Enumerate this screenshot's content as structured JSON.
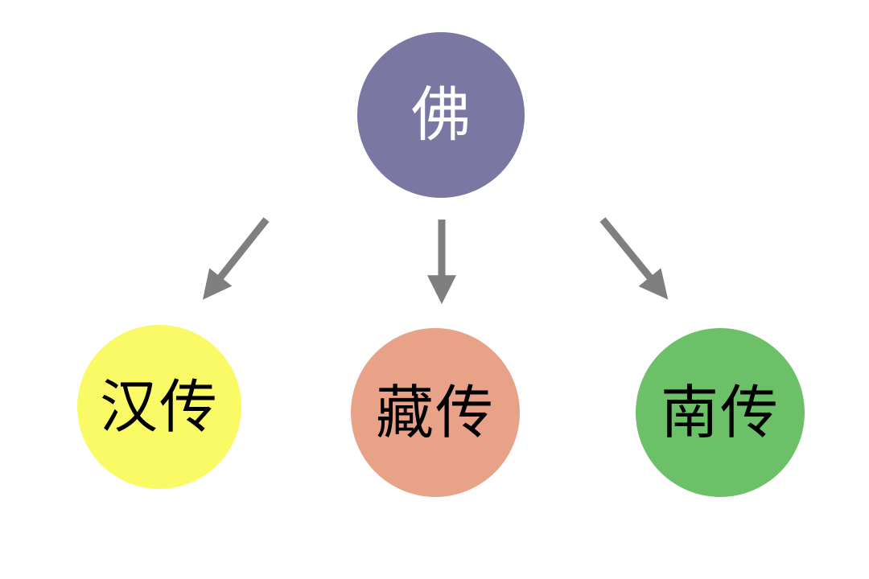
{
  "root": {
    "label": "佛",
    "color": "#7a77a3",
    "text_color": "#ffffff"
  },
  "children": [
    {
      "id": "han",
      "label": "汉传",
      "color": "#fafa66",
      "text_color": "#000000"
    },
    {
      "id": "zang",
      "label": "藏传",
      "color": "#e8a287",
      "text_color": "#000000"
    },
    {
      "id": "nan",
      "label": "南传",
      "color": "#6cc168",
      "text_color": "#000000"
    }
  ],
  "arrow_color": "#7f7f7f"
}
